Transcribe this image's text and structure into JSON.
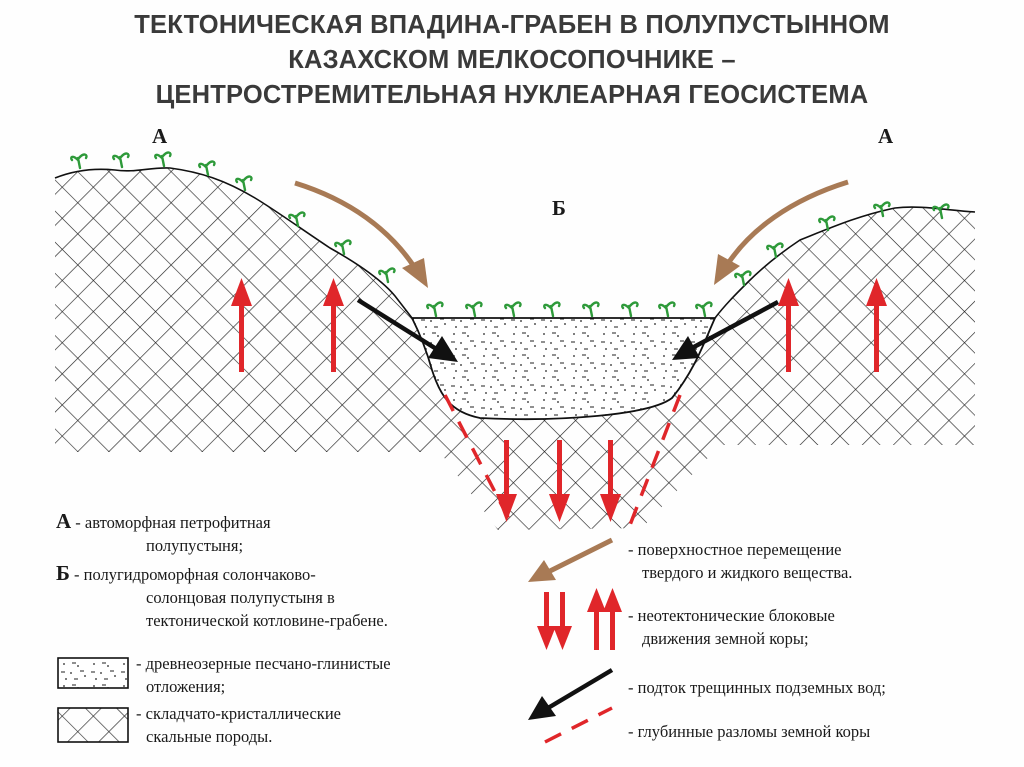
{
  "title": {
    "line1": "ТЕКТОНИЧЕСКАЯ ВПАДИНА-ГРАБЕН В ПОЛУПУСТЫННОМ",
    "line2": "КАЗАХСКОМ МЕЛКОСОПОЧНИКЕ –",
    "line3": "ЦЕНТРОСТРЕМИТЕЛЬНАЯ НУКЛЕАРНАЯ ГЕОСИСТЕМА"
  },
  "labels": {
    "a_left": "А",
    "a_right": "А",
    "b_center": "Б"
  },
  "legend_left": {
    "a_letter": "А",
    "a_line1": "- автоморфная   петрофитная",
    "a_line2": "полупустыня;",
    "b_letter": "Б",
    "b_line1": "- полугидроморфная солончаково-",
    "b_line2": "солонцовая   полупустыня   в",
    "b_line3": "тектонической котловине-грабене.",
    "sediment_line1": "- древнеозерные песчано-глинистые",
    "sediment_line2": "отложения;",
    "rock_line1": "- складчато-кристаллические",
    "rock_line2": "скальные породы."
  },
  "legend_right": {
    "surface_line1": "- поверхностное перемещение",
    "surface_line2": "твердого и жидкого вещества.",
    "neotect_line1": "- неотектонические блоковые",
    "neotect_line2": "движения земной коры;",
    "groundwater": "- подток трещинных подземных вод;",
    "faults": "- глубинные разломы земной коры"
  },
  "colors": {
    "surface_flow_arrow": "#a87a55",
    "tectonic_arrow": "#e0262a",
    "groundwater_arrow": "#111111",
    "fault_line": "#e0262a",
    "plant": "#2e9a3a",
    "hatch": "#222222"
  }
}
